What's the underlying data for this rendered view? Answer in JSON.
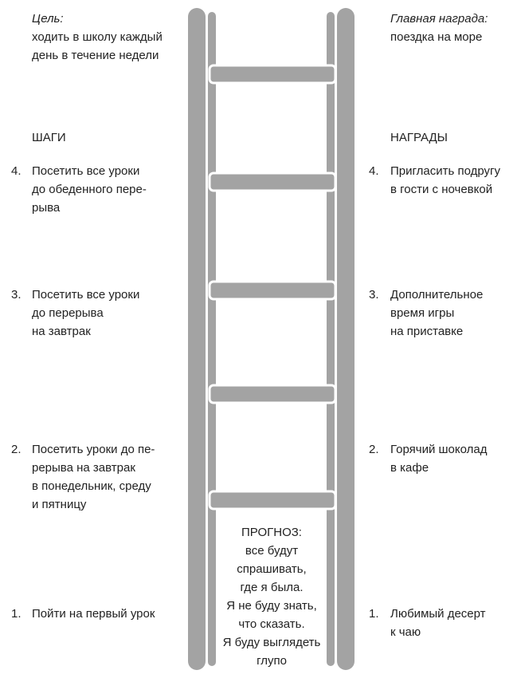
{
  "goal": {
    "label": "Цель:",
    "text_line1": "ходить в школу каждый",
    "text_line2": "день в течение недели"
  },
  "main_reward": {
    "label": "Главная награда:",
    "text": "поездка на море"
  },
  "steps": {
    "heading": "ШАГИ",
    "items": [
      {
        "num": "4.",
        "lines": [
          "Посетить все уроки",
          "до обеденного пере-",
          "рыва"
        ]
      },
      {
        "num": "3.",
        "lines": [
          "Посетить все уроки",
          "до перерыва",
          "на завтрак"
        ]
      },
      {
        "num": "2.",
        "lines": [
          "Посетить уроки до пе-",
          "рерыва на завтрак",
          "в понедельник, среду",
          "и пятницу"
        ]
      },
      {
        "num": "1.",
        "lines": [
          "Пойти на первый урок"
        ]
      }
    ]
  },
  "rewards": {
    "heading": "НАГРАДЫ",
    "items": [
      {
        "num": "4.",
        "lines": [
          "Пригласить подругу",
          "в гости с ночевкой"
        ]
      },
      {
        "num": "3.",
        "lines": [
          "Дополнительное",
          "время игры",
          "на приставке"
        ]
      },
      {
        "num": "2.",
        "lines": [
          "Горячий шоколад",
          "в кафе"
        ]
      },
      {
        "num": "1.",
        "lines": [
          "Любимый десерт",
          "к чаю"
        ]
      }
    ]
  },
  "forecast": {
    "label": "ПРОГНОЗ:",
    "lines": [
      "все будут",
      "спрашивать,",
      "где я была.",
      "Я не буду знать,",
      "что сказать.",
      "Я буду выглядеть",
      "глупо"
    ]
  },
  "colors": {
    "rail": "#a3a3a3",
    "rung": "#a3a3a3",
    "text": "#222222"
  }
}
